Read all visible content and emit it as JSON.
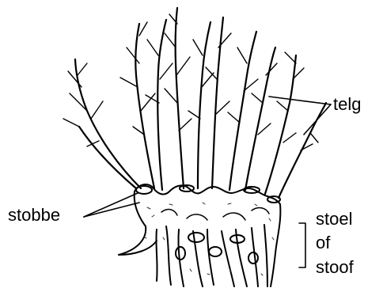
{
  "figure": {
    "subject": "coppiced willow stool (knotwilg)",
    "labels": {
      "telg": "telg",
      "stobbe": "stobbe",
      "stoel_line1": "stoel",
      "stoel_line2": "of",
      "stoel_line3": "stoof"
    },
    "colors": {
      "ink": "#000000",
      "background": "#ffffff"
    }
  }
}
